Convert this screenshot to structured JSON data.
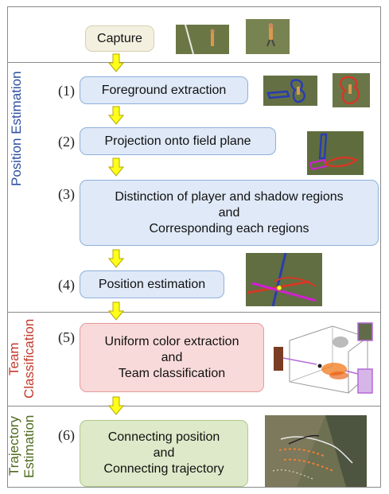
{
  "sections": {
    "position": "Position Estimation",
    "team": "Team\nClassification",
    "trajectory": "Trajectory\nEstimation"
  },
  "steps": {
    "capture": "Capture",
    "s1": {
      "num": "(1)",
      "label": "Foreground extraction"
    },
    "s2": {
      "num": "(2)",
      "label": "Projection onto field plane"
    },
    "s3": {
      "num": "(3)",
      "label": "Distinction of player and shadow regions\nand\nCorresponding each regions"
    },
    "s4": {
      "num": "(4)",
      "label": "Position estimation"
    },
    "s5": {
      "num": "(5)",
      "label": "Uniform color extraction\nand\nTeam classification"
    },
    "s6": {
      "num": "(6)",
      "label": "Connecting position\nand\nConnecting trajectory"
    }
  },
  "colors": {
    "position_label": "#2c4fa0",
    "team_label": "#c0392b",
    "trajectory_label": "#4e6a1d",
    "arrow_fill": "#ffff1a",
    "arrow_stroke": "#b3a800"
  }
}
